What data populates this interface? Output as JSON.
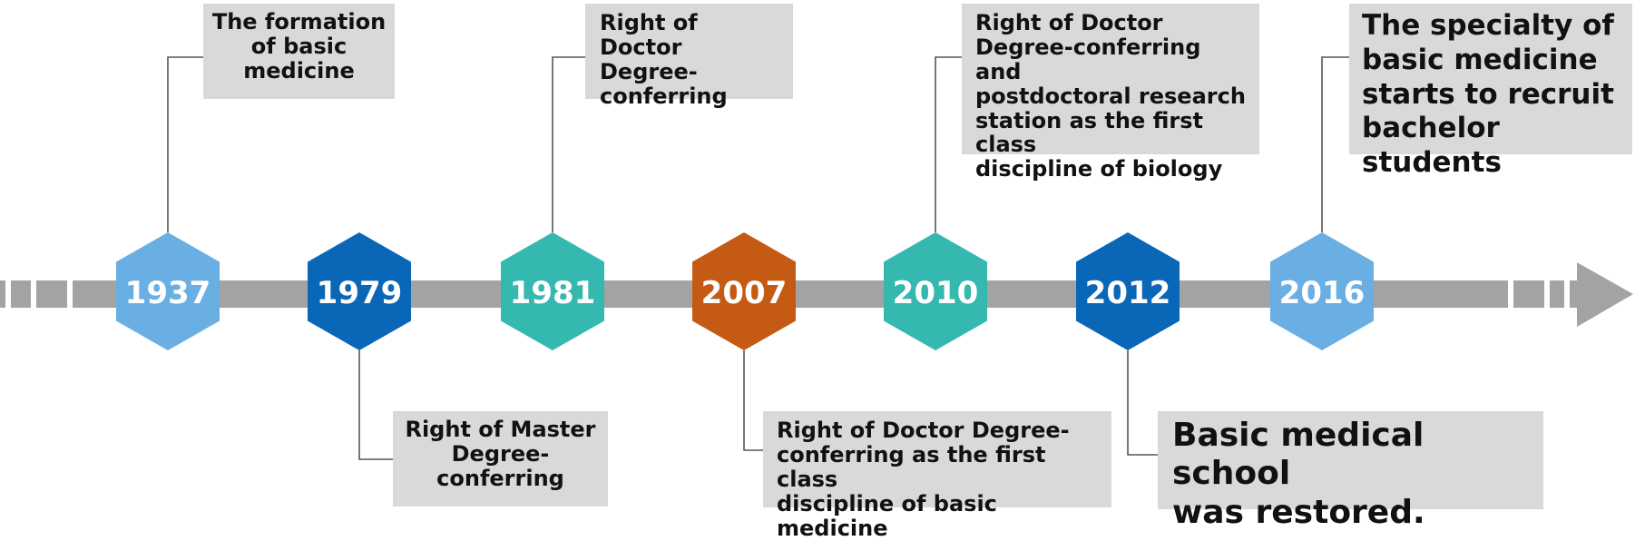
{
  "colors": {
    "light_blue": "#6aafe3",
    "dark_blue": "#0a67b8",
    "teal": "#35b8b0",
    "orange": "#c45a13",
    "axis": "#a3a3a3",
    "connector": "#555555",
    "box": "#d9d9d9"
  },
  "events": [
    {
      "year": "1937",
      "color": "light_blue",
      "text": "The formation\nof basic\nmedicine"
    },
    {
      "year": "1979",
      "color": "dark_blue",
      "text": "Right of Master\nDegree-\nconferring"
    },
    {
      "year": "1981",
      "color": "teal",
      "text": "Right of Doctor\nDegree-\nconferring"
    },
    {
      "year": "2007",
      "color": "orange",
      "text": "Right of Doctor Degree-\nconferring as the first class\ndiscipline of basic medicine"
    },
    {
      "year": "2010",
      "color": "teal",
      "text": "Right of Doctor\nDegree-conferring and\npostdoctoral research\nstation as the first class\ndiscipline of biology"
    },
    {
      "year": "2012",
      "color": "dark_blue",
      "text": "Basic medical school\nwas restored."
    },
    {
      "year": "2016",
      "color": "light_blue",
      "text": "The specialty of\nbasic medicine\nstarts to recruit\nbachelor students"
    }
  ]
}
